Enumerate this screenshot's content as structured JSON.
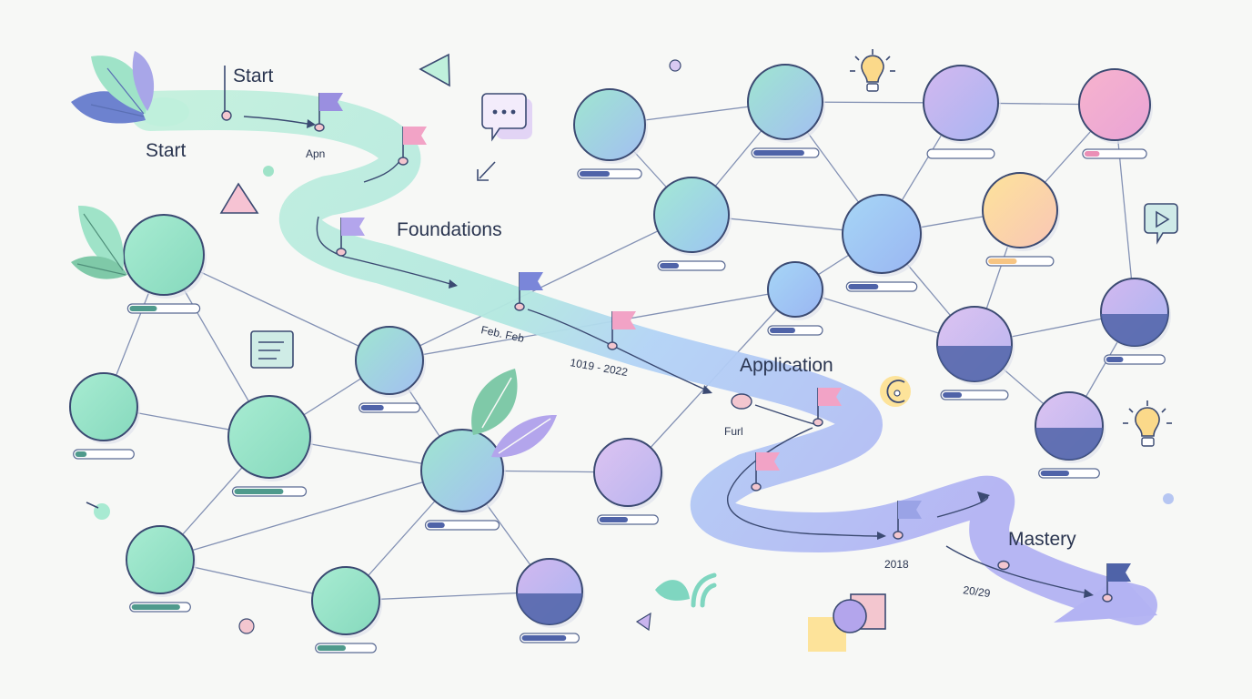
{
  "stages": {
    "start_sign": "Start",
    "start": "Start",
    "foundations": "Foundations",
    "application": "Application",
    "mastery": "Mastery"
  },
  "dates": {
    "d1": "Apn",
    "d2": "Feb. Feb",
    "d3": "1019 - 2022",
    "d4": "Furl",
    "d5": "2018",
    "d6": "20/29"
  },
  "colors": {
    "mint": "#9fe3c8",
    "teal": "#7fd6c0",
    "blue": "#9ec3f4",
    "lavender": "#c9b4ee",
    "pink": "#f2a3c6",
    "yellow": "#fbd98a",
    "navy": "#4f63a8",
    "path_start": "#bff0dc",
    "path_end": "#b9b8f3"
  },
  "nodes": [
    {
      "id": "n1",
      "level": 0.4,
      "grad": "g-mint"
    },
    {
      "id": "n2",
      "level": 0.2,
      "grad": "g-mint"
    },
    {
      "id": "n3",
      "level": 0.7,
      "grad": "g-mint"
    },
    {
      "id": "n4",
      "level": 0.85,
      "grad": "g-mint"
    },
    {
      "id": "n5",
      "level": 0.4,
      "grad": "g-mintblue"
    },
    {
      "id": "n6",
      "level": 0.5,
      "grad": "g-mint"
    },
    {
      "id": "n7",
      "level": 0.25,
      "grad": "g-mintblue"
    },
    {
      "id": "n8",
      "level": 0.5,
      "grad": "g-mintblue"
    },
    {
      "id": "n9",
      "level": 0.8,
      "grad": "g-lavblue",
      "half": true
    },
    {
      "id": "n10",
      "level": 0.5,
      "grad": "g-lavender"
    },
    {
      "id": "n11",
      "level": 0.3,
      "grad": "g-tealblue"
    },
    {
      "id": "n12",
      "level": 0.8,
      "grad": "g-mintblue"
    },
    {
      "id": "n13",
      "level": 0.5,
      "grad": "g-blue"
    },
    {
      "id": "n14",
      "level": 0.45,
      "grad": "g-blue"
    },
    {
      "id": "n15",
      "level": 0.0,
      "grad": "g-lavblue"
    },
    {
      "id": "n16",
      "level": 0.3,
      "grad": "g-lavender",
      "half": true
    },
    {
      "id": "n17",
      "level": 0.25,
      "grad": "g-pink"
    },
    {
      "id": "n18",
      "level": 0.45,
      "grad": "g-yellow"
    },
    {
      "id": "n19",
      "level": 0.3,
      "grad": "g-lavblue",
      "half": true
    },
    {
      "id": "n20",
      "level": 0.2,
      "grad": "g-pink"
    },
    {
      "id": "n21",
      "level": 0.5,
      "grad": "g-lavender",
      "half": true
    }
  ]
}
